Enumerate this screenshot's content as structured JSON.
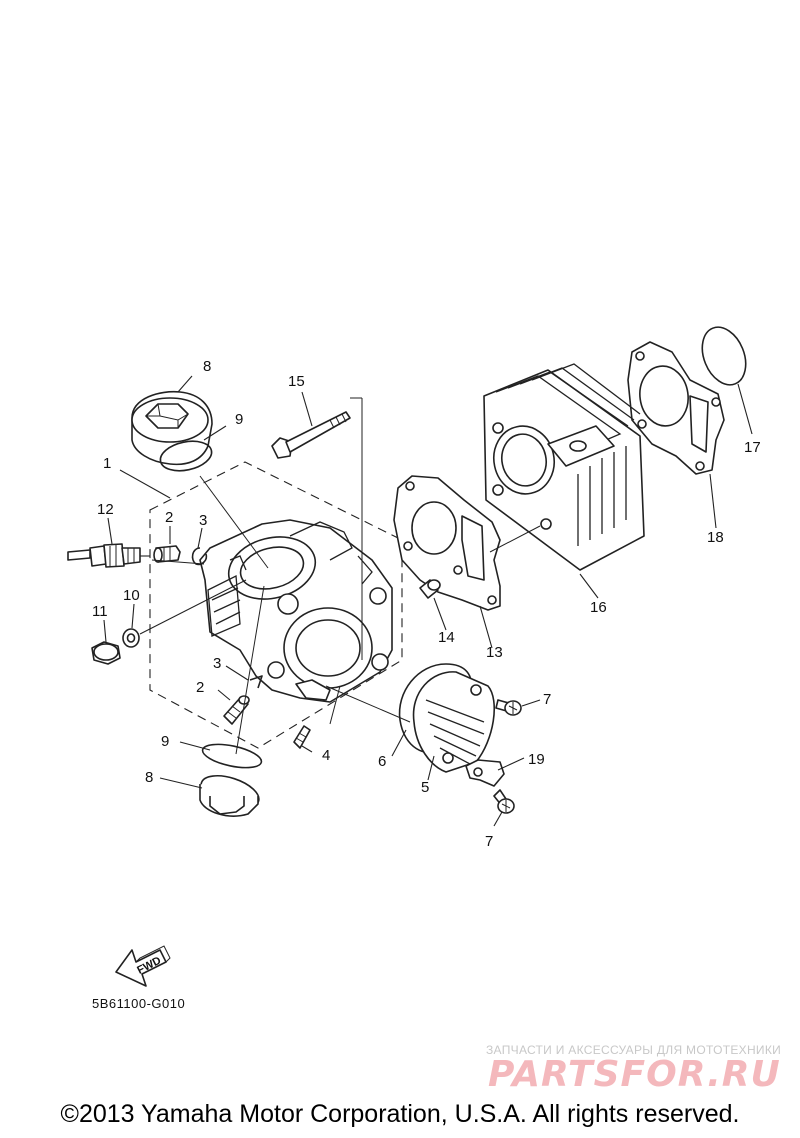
{
  "diagram": {
    "code": "5B61100-G010",
    "fwd_label": "FWD",
    "callouts": [
      {
        "id": "c1",
        "num": "1"
      },
      {
        "id": "c2a",
        "num": "2"
      },
      {
        "id": "c3a",
        "num": "3"
      },
      {
        "id": "c2b",
        "num": "2"
      },
      {
        "id": "c3b",
        "num": "3"
      },
      {
        "id": "c4",
        "num": "4"
      },
      {
        "id": "c5",
        "num": "5"
      },
      {
        "id": "c6",
        "num": "6"
      },
      {
        "id": "c7a",
        "num": "7"
      },
      {
        "id": "c7b",
        "num": "7"
      },
      {
        "id": "c8a",
        "num": "8"
      },
      {
        "id": "c8b",
        "num": "8"
      },
      {
        "id": "c9a",
        "num": "9"
      },
      {
        "id": "c9b",
        "num": "9"
      },
      {
        "id": "c10",
        "num": "10"
      },
      {
        "id": "c11",
        "num": "11"
      },
      {
        "id": "c12",
        "num": "12"
      },
      {
        "id": "c13",
        "num": "13"
      },
      {
        "id": "c14",
        "num": "14"
      },
      {
        "id": "c15",
        "num": "15"
      },
      {
        "id": "c16",
        "num": "16"
      },
      {
        "id": "c17",
        "num": "17"
      },
      {
        "id": "c18",
        "num": "18"
      },
      {
        "id": "c19",
        "num": "19"
      }
    ]
  },
  "watermark": {
    "tagline": "ЗАПЧАСТИ И АКСЕССУАРЫ ДЛЯ МОТОТЕХНИКИ",
    "logo": "PARTSFOR.RU"
  },
  "footer": {
    "copyright": "©2013 Yamaha Motor Corporation, U.S.A. All rights reserved."
  }
}
